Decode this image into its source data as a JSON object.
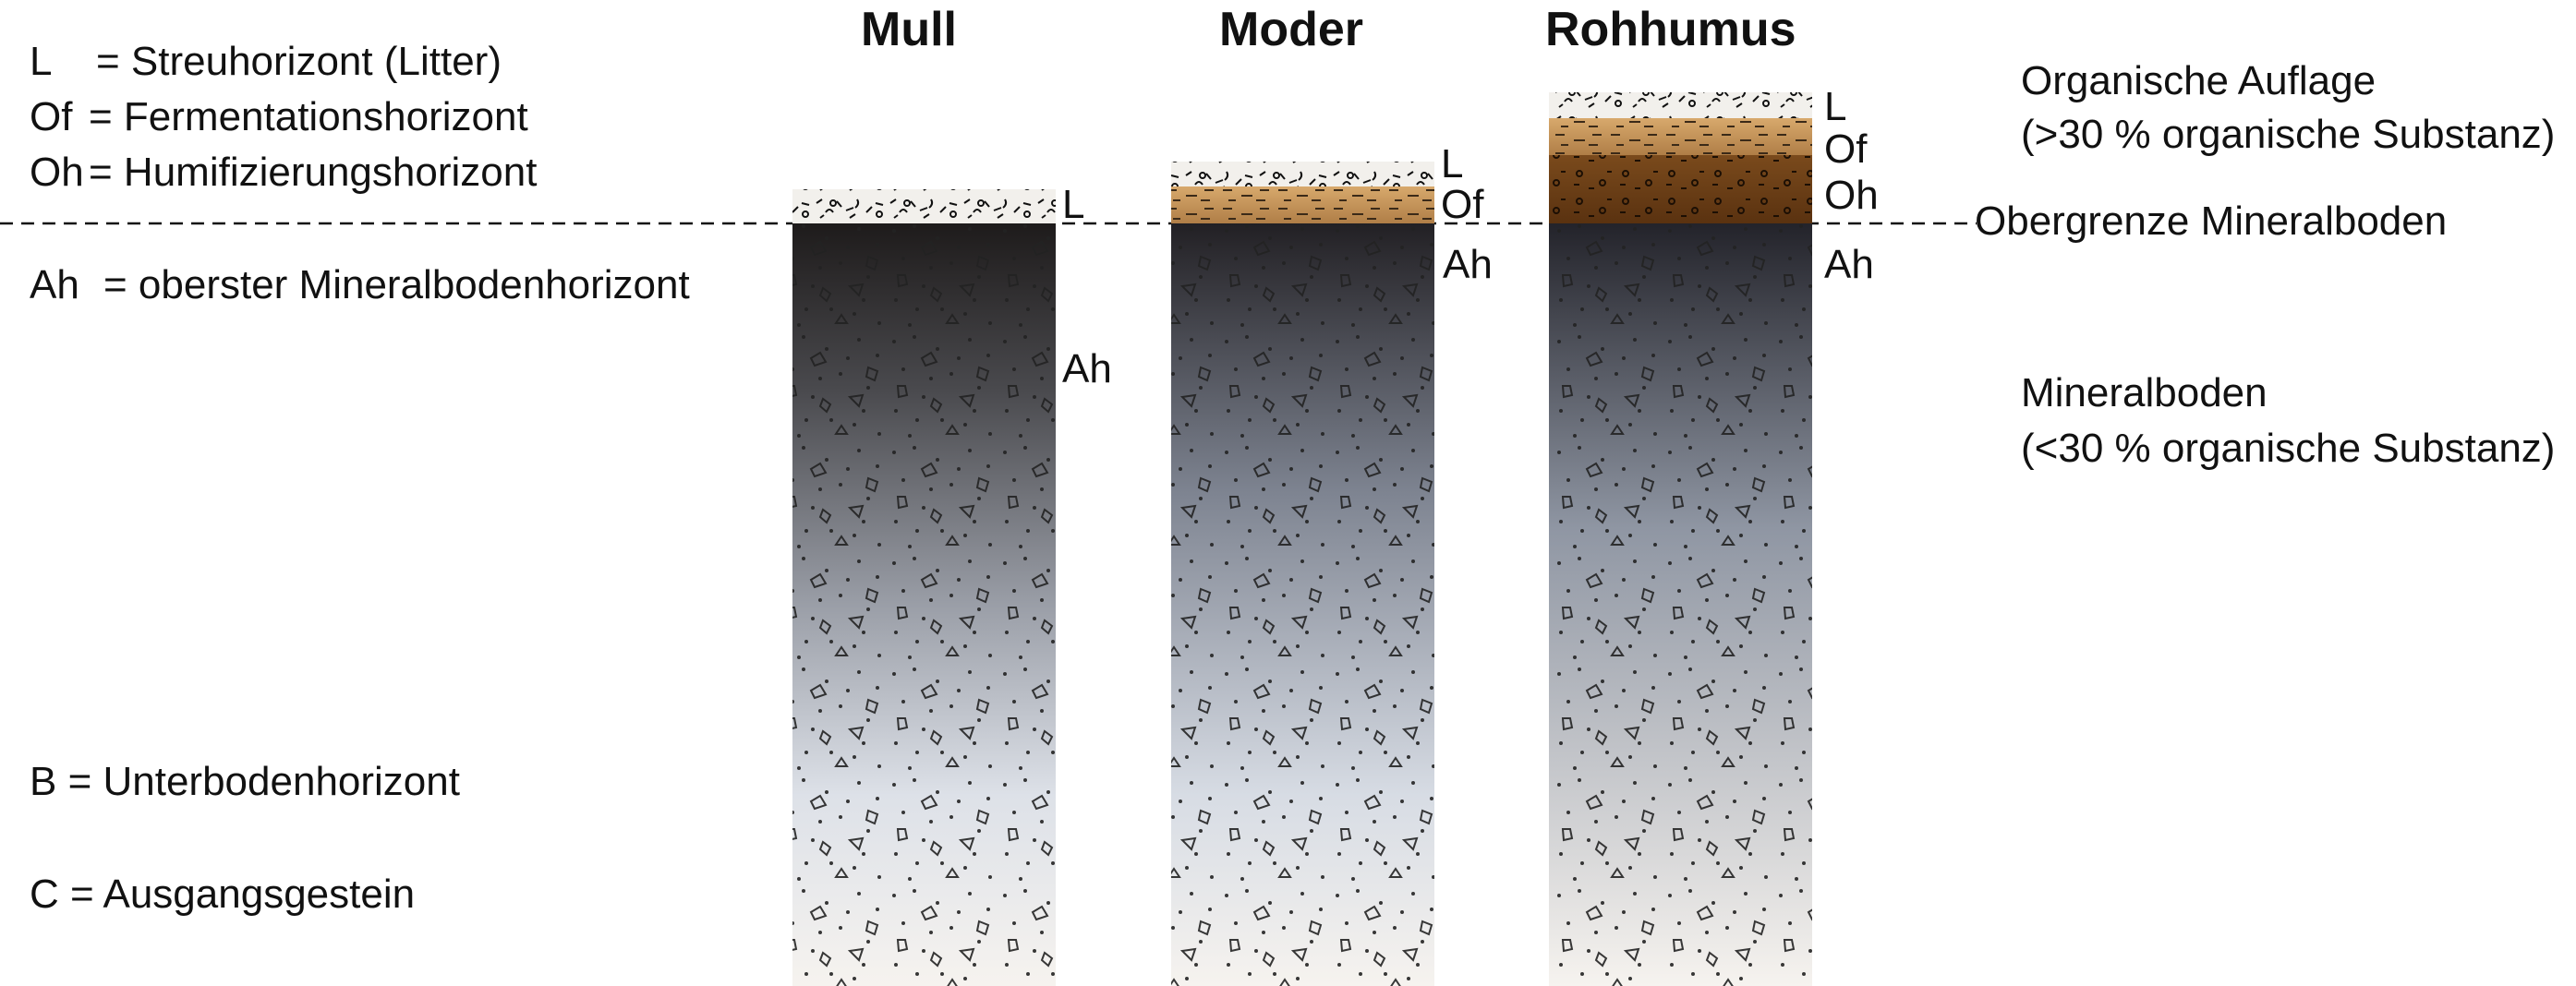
{
  "legend": {
    "L": {
      "code": "L",
      "text": "= Streuhorizont (Litter)"
    },
    "Of": {
      "code": "Of",
      "text": "= Fermentationshorizont"
    },
    "Oh": {
      "code": "Oh",
      "text": "= Humifizierungshorizont"
    },
    "Ah": {
      "code": "Ah",
      "text": "= oberster Mineralbodenhorizont"
    },
    "B": {
      "text": "B = Unterbodenhorizont"
    },
    "C": {
      "text": "C = Ausgangsgestein"
    }
  },
  "profiles": [
    {
      "title": "Mull",
      "layer_labels": [
        "L",
        "Ah"
      ]
    },
    {
      "title": "Moder",
      "layer_labels": [
        "L",
        "Of",
        "Ah"
      ]
    },
    {
      "title": "Rohhumus",
      "layer_labels": [
        "L",
        "Of",
        "Oh",
        "Ah"
      ]
    }
  ],
  "right_labels": {
    "organic_title": "Organische Auflage",
    "organic_sub": "(>30 % organische Substanz)",
    "boundary": "Obergrenze Mineralboden",
    "mineral_title": "Mineralboden",
    "mineral_sub": "(<30 % organische Substanz)"
  },
  "colors": {
    "litter": "#f2f0ec",
    "of": "#c4935a",
    "oh": "#6b3d15",
    "ah_dark": "#1e1b1b",
    "ah_mid": "#8c9099",
    "ah_light": "#dfe3ea",
    "mineral": "#f6f3ef",
    "ink": "#111111"
  }
}
